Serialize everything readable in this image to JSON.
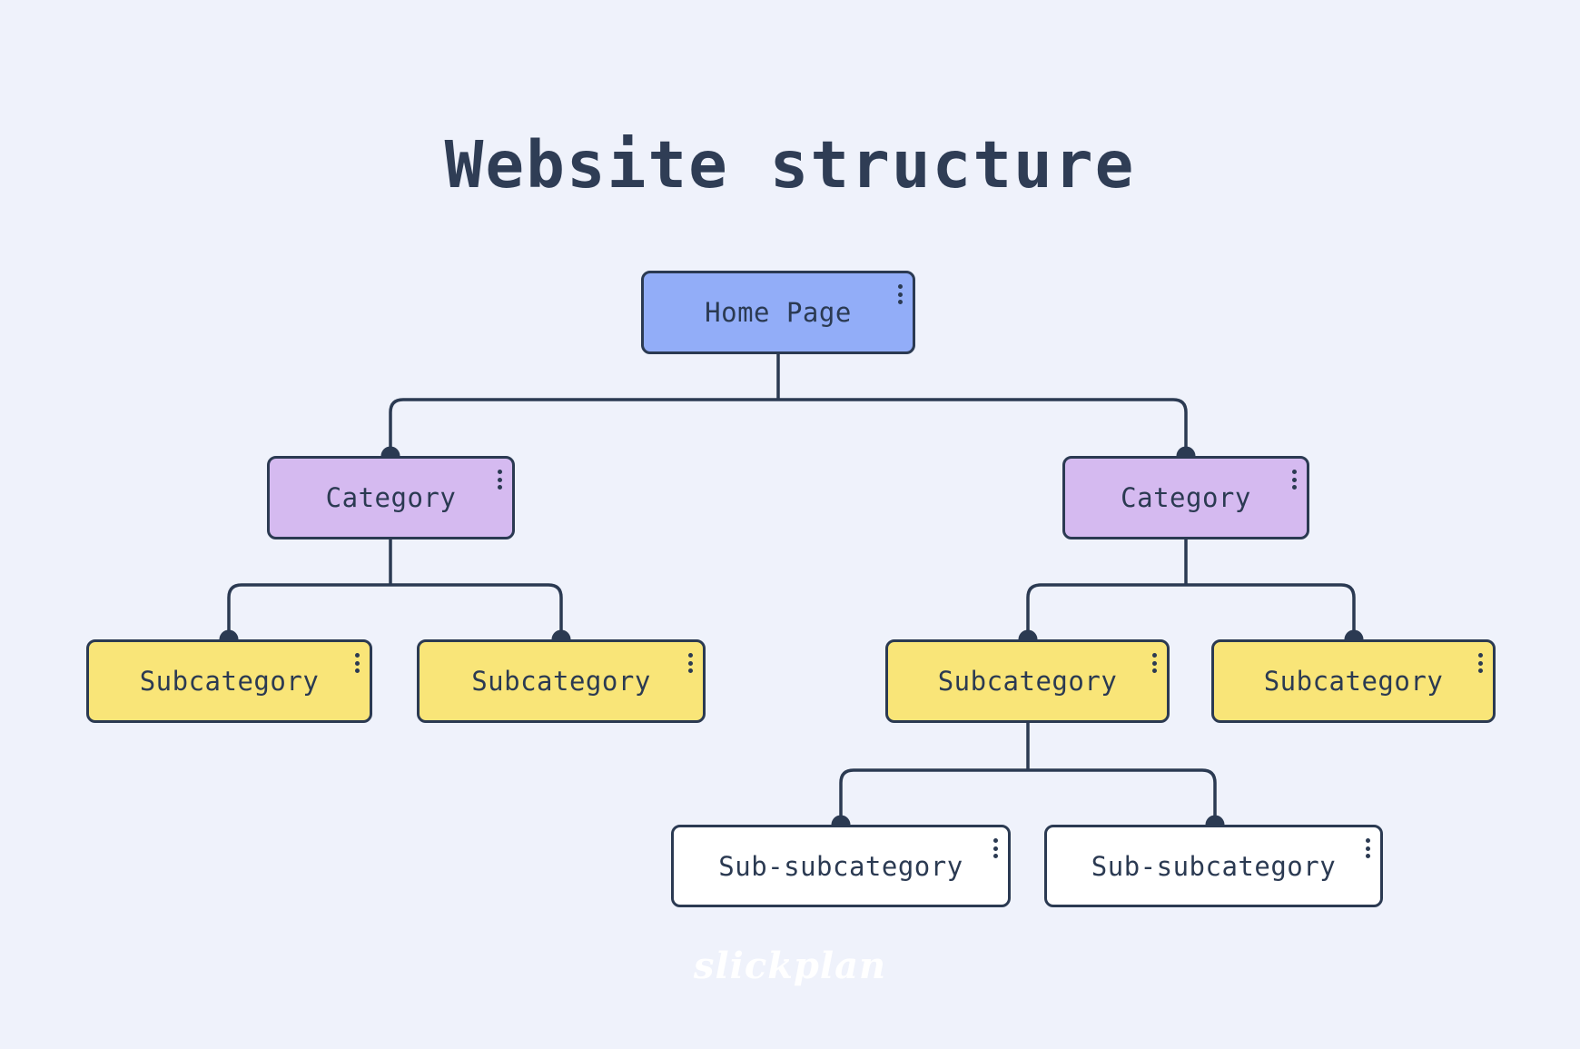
{
  "title": "Website structure",
  "watermark": "slickplan",
  "colors": {
    "background": "#eff2fb",
    "outline": "#2b3a52",
    "title_text": "#2f3d55",
    "home_fill": "#92adf8",
    "category_fill": "#d5baf0",
    "subcategory_fill": "#f9e578",
    "sub_subcategory_fill": "#ffffff",
    "watermark": "#ffffff"
  },
  "icons": {
    "node_menu": "kebab-menu-icon",
    "connection_dot": "connection-dot"
  },
  "diagram": {
    "type": "sitemap-tree",
    "nodes": [
      {
        "id": "home-page",
        "label": "Home Page",
        "level": 0,
        "type": "home"
      },
      {
        "id": "category-1",
        "label": "Category",
        "level": 1,
        "type": "category"
      },
      {
        "id": "category-2",
        "label": "Category",
        "level": 1,
        "type": "category"
      },
      {
        "id": "subcategory-1",
        "label": "Subcategory",
        "level": 2,
        "type": "subcategory"
      },
      {
        "id": "subcategory-2",
        "label": "Subcategory",
        "level": 2,
        "type": "subcategory"
      },
      {
        "id": "subcategory-3",
        "label": "Subcategory",
        "level": 2,
        "type": "subcategory"
      },
      {
        "id": "subcategory-4",
        "label": "Subcategory",
        "level": 2,
        "type": "subcategory"
      },
      {
        "id": "sub-subcategory-1",
        "label": "Sub-subcategory",
        "level": 3,
        "type": "sub-subcategory"
      },
      {
        "id": "sub-subcategory-2",
        "label": "Sub-subcategory",
        "level": 3,
        "type": "sub-subcategory"
      }
    ],
    "edges": [
      {
        "from": "home-page",
        "to": "category-1"
      },
      {
        "from": "home-page",
        "to": "category-2"
      },
      {
        "from": "category-1",
        "to": "subcategory-1"
      },
      {
        "from": "category-1",
        "to": "subcategory-2"
      },
      {
        "from": "category-2",
        "to": "subcategory-3"
      },
      {
        "from": "category-2",
        "to": "subcategory-4"
      },
      {
        "from": "subcategory-3",
        "to": "sub-subcategory-1"
      },
      {
        "from": "subcategory-3",
        "to": "sub-subcategory-2"
      }
    ]
  }
}
